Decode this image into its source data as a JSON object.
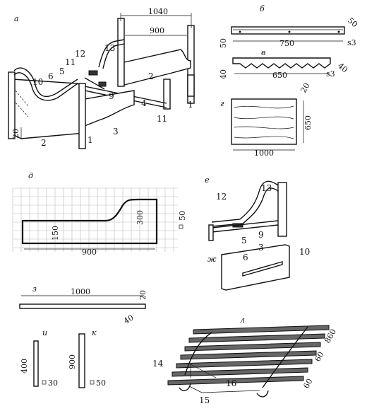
{
  "labels": {
    "a": "а",
    "b": "б",
    "v": "в",
    "g": "г",
    "d": "д",
    "e": "е",
    "zh": "ж",
    "z": "з",
    "i": "и",
    "k": "к",
    "l": "л"
  },
  "dims": {
    "a_1040": "1040",
    "a_900": "900",
    "a_20": "20",
    "b_50top": "50",
    "b_50side": "50",
    "b_750": "750",
    "b_s3": "s3",
    "v_40a": "40",
    "v_40b": "40",
    "v_650": "650",
    "v_s3": "s3",
    "g_20": "20",
    "g_650": "650",
    "g_1000": "1000",
    "d_50": "50",
    "d_150": "150",
    "d_300": "300",
    "d_900": "900",
    "z_1000": "1000",
    "z_20": "20",
    "z_40": "40",
    "i_400": "400",
    "i_30": "30",
    "k_900": "900",
    "k_50": "50",
    "l_860": "860",
    "l_60a": "60",
    "l_60b": "60"
  },
  "parts": {
    "p1a": "1",
    "p1b": "1",
    "p2a": "2",
    "p2b": "2",
    "p3": "3",
    "p4": "4",
    "p5": "5",
    "p6": "6",
    "p9": "9",
    "p10": "10",
    "p11a": "11",
    "p11b": "11",
    "p12": "12",
    "p13": "13",
    "e12": "12",
    "e13": "13",
    "e9": "9",
    "e5": "5",
    "zh6": "6",
    "zh3": "3",
    "zh10": "10",
    "l14": "14",
    "l16": "16",
    "l15": "15"
  }
}
